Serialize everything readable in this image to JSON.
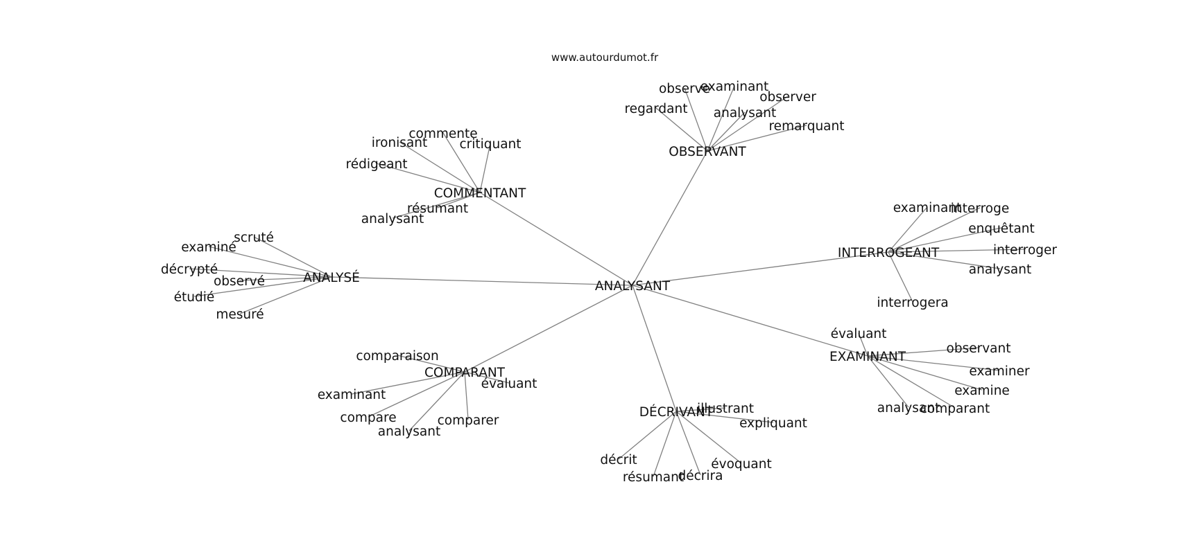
{
  "title": "www.autourdumot.fr",
  "colors": {
    "edge": "#808080",
    "text": "#111111",
    "background": "#ffffff"
  },
  "root": "ANALYSANT",
  "hubs": [
    {
      "name": "OBSERVANT",
      "words": [
        "observe",
        "examinant",
        "observer",
        "regardant",
        "analysant",
        "remarquant"
      ]
    },
    {
      "name": "COMMENTANT",
      "words": [
        "commente",
        "ironisant",
        "critiquant",
        "rédigeant",
        "résumant",
        "analysant"
      ]
    },
    {
      "name": "ANALYSÉ",
      "words": [
        "scruté",
        "examiné",
        "décrypté",
        "observé",
        "étudié",
        "mesuré"
      ]
    },
    {
      "name": "INTERROGEANT",
      "words": [
        "examinant",
        "interroge",
        "enquêtant",
        "interroger",
        "analysant",
        "interrogera"
      ]
    },
    {
      "name": "EXAMINANT",
      "words": [
        "évaluant",
        "observant",
        "examiner",
        "examine",
        "analysant",
        "comparant"
      ]
    },
    {
      "name": "COMPARANT",
      "words": [
        "comparaison",
        "évaluant",
        "examinant",
        "compare",
        "comparer",
        "analysant"
      ]
    },
    {
      "name": "DÉCRIVANT",
      "words": [
        "illustrant",
        "expliquant",
        "décrit",
        "évoquant",
        "résumant",
        "décrira"
      ]
    }
  ]
}
